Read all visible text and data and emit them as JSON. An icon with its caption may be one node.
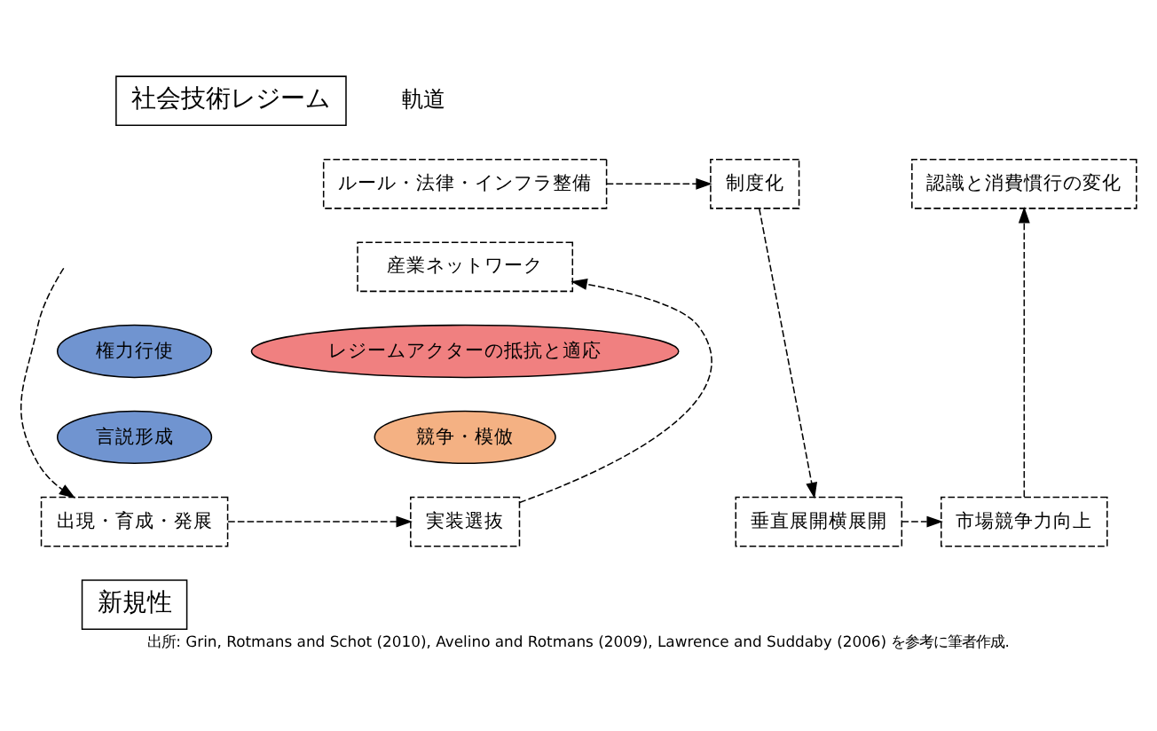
{
  "diagram": {
    "caption": "出所: Grin, Rotmans and Schot (2010), Avelino and Rotmans (2009), Lawrence and Suddaby (2006) を参考に筆者作成.",
    "nodes": [
      {
        "text": [
          "社会技術レジーム"
        ]
      },
      {
        "text": [
          "ルール・法律・インフラ整備"
        ]
      },
      {
        "text": [
          "産業ネットワーク"
        ]
      },
      {
        "text": [
          "制度化"
        ]
      },
      {
        "text": [
          "認識と消費慣行の変化"
        ]
      },
      {
        "text": [
          "権力行使"
        ]
      },
      {
        "text": [
          "言説形成"
        ]
      },
      {
        "text": [
          "レジームアクターの抵抗と適応"
        ]
      },
      {
        "text": [
          "競争・模倣"
        ]
      },
      {
        "text": [
          "出現・育成・発展"
        ]
      },
      {
        "text": [
          "実装選抜"
        ]
      },
      {
        "text": [
          "垂直展開横展開"
        ]
      },
      {
        "text": [
          "市場競争力向上"
        ]
      },
      {
        "text": [
          "新規性"
        ]
      }
    ],
    "edges": [
      {
        "from": null,
        "to": 9,
        "arrow": "to",
        "style": "dashed"
      },
      {
        "from": 9,
        "to": 10,
        "arrow": "to",
        "style": "dashed"
      },
      {
        "from": 10,
        "to": 2,
        "arrow": "to",
        "style": "dashed"
      },
      {
        "from": 1,
        "to": 3,
        "arrow": "to",
        "style": "dashed"
      },
      {
        "from": 3,
        "to": 11,
        "arrow": "to",
        "style": "dashed"
      },
      {
        "from": 11,
        "to": 12,
        "arrow": "to",
        "style": "dashed"
      },
      {
        "from": 12,
        "to": 4,
        "arrow": "to",
        "style": "dashed"
      }
    ],
    "labels": [
      "軌道"
    ]
  }
}
